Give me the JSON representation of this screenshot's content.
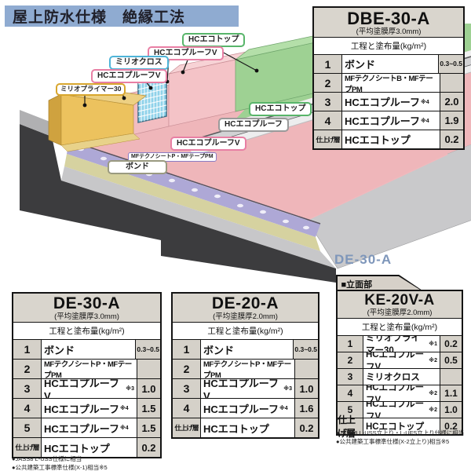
{
  "page": {
    "title": "屋上防水仕様　絶縁工法"
  },
  "diagram": {
    "caption": "DE-30-A",
    "labels": [
      {
        "id": "hc-ecotop-upper",
        "text": "HCエコトップ"
      },
      {
        "id": "hc-ecoproof-v-upper",
        "text": "HCエコプルーフV"
      },
      {
        "id": "mirio-cross",
        "text": "ミリオクロス"
      },
      {
        "id": "hc-ecoproof-v-left",
        "text": "HCエコプルーフV"
      },
      {
        "id": "mirio-primer-30",
        "text": "ミリオプライマー30"
      },
      {
        "id": "hc-ecotop-field",
        "text": "HCエコトップ"
      },
      {
        "id": "hc-ecoproof-field",
        "text": "HCエコプルーフ"
      },
      {
        "id": "hc-ecoproof-v-field",
        "text": "HCエコプルーフV"
      },
      {
        "id": "mf-techno-sheet",
        "text": "MFテクノシートP・MFテープPM"
      },
      {
        "id": "bond",
        "text": "ボンド"
      }
    ]
  },
  "tables": [
    {
      "name": "DBE-30-A",
      "subtitle": "(平均塗膜厚3.0mm)",
      "header": "工程と塗布量(kg/m²)",
      "rows": [
        {
          "step": "1",
          "process": "ボンド",
          "sup": "",
          "amount": "0.3~0.5"
        },
        {
          "step": "2",
          "process": "MFテクノシートB・MFテープPM",
          "sup": "",
          "amount": ""
        },
        {
          "step": "3",
          "process": "HCエコプルーフ",
          "sup": "※4",
          "amount": "2.0"
        },
        {
          "step": "4",
          "process": "HCエコプルーフ",
          "sup": "※4",
          "amount": "1.9"
        },
        {
          "step": "仕上げ層",
          "process": "HCエコトップ",
          "sup": "",
          "amount": "0.2"
        }
      ],
      "footnotes": []
    },
    {
      "name": "DE-30-A",
      "subtitle": "(平均塗膜厚3.0mm)",
      "header": "工程と塗布量(kg/m²)",
      "rows": [
        {
          "step": "1",
          "process": "ボンド",
          "sup": "",
          "amount": "0.3~0.5"
        },
        {
          "step": "2",
          "process": "MFテクノシートP・MFテープPM",
          "sup": "",
          "amount": ""
        },
        {
          "step": "3",
          "process": "HCエコプルーフV",
          "sup": "※3",
          "amount": "1.0"
        },
        {
          "step": "4",
          "process": "HCエコプルーフ",
          "sup": "※4",
          "amount": "1.5"
        },
        {
          "step": "5",
          "process": "HCエコプルーフ",
          "sup": "※4",
          "amount": "1.5"
        },
        {
          "step": "仕上げ層",
          "process": "HCエコトップ",
          "sup": "",
          "amount": "0.2"
        }
      ],
      "footnotes": [
        "●JASS8 L-USS仕様に相当",
        "●公共建築工事標準仕様(X-1)相当※5"
      ]
    },
    {
      "name": "DE-20-A",
      "subtitle": "(平均塗膜厚2.0mm)",
      "header": "工程と塗布量(kg/m²)",
      "rows": [
        {
          "step": "1",
          "process": "ボンド",
          "sup": "",
          "amount": "0.3~0.5"
        },
        {
          "step": "2",
          "process": "MFテクノシートP・MFテープPM",
          "sup": "",
          "amount": ""
        },
        {
          "step": "3",
          "process": "HCエコプルーフV",
          "sup": "※3",
          "amount": "1.0"
        },
        {
          "step": "4",
          "process": "HCエコプルーフ",
          "sup": "※4",
          "amount": "1.6"
        },
        {
          "step": "仕上げ層",
          "process": "HCエコトップ",
          "sup": "",
          "amount": "0.2"
        }
      ],
      "footnotes": []
    },
    {
      "name": "KE-20V-A",
      "tag": "■立面部",
      "subtitle": "(平均塗膜厚2.0mm)",
      "header": "工程と塗布量(kg/m²)",
      "rows": [
        {
          "step": "1",
          "process": "ミリオプライマー30",
          "sup": "※1",
          "amount": "0.2"
        },
        {
          "step": "2",
          "process": "HCエコプルーフV",
          "sup": "※2",
          "amount": "0.5"
        },
        {
          "step": "3",
          "process": "ミリオクロス",
          "sup": "",
          "amount": ""
        },
        {
          "step": "4",
          "process": "HCエコプルーフV",
          "sup": "※2",
          "amount": "1.1"
        },
        {
          "step": "5",
          "process": "HCエコプルーフV",
          "sup": "※2",
          "amount": "1.0"
        },
        {
          "step": "仕上げ層",
          "process": "HCエコトップ",
          "sup": "",
          "amount": "0.2"
        }
      ],
      "footnotes": [
        "●JASS8 L-USS立上り・L-UFS立上り仕様に相当",
        "●公共建築工事標準仕様(X-2立上り)相当※5"
      ]
    }
  ],
  "colors": {
    "title_bar": "#8fabd1",
    "table_header_bg": "#d9d5cd",
    "table_cell_bg": "#d5d1c9",
    "caption_text": "#7e96ba",
    "label_border_green": "#58b56a",
    "label_border_pink": "#e87fa4",
    "label_border_cyan": "#4fb4d8",
    "label_border_gold": "#d8a62e",
    "label_border_purple": "#8a7cc4",
    "layer_green": "#9ed193",
    "layer_pink": "#efb6ba",
    "layer_purple": "#aea8d6",
    "layer_tan": "#d6d2a0",
    "layer_yellow": "#ecc25e",
    "layer_mesh_blue": "#8fd2ea",
    "layer_concrete": "#3c3c3e"
  }
}
